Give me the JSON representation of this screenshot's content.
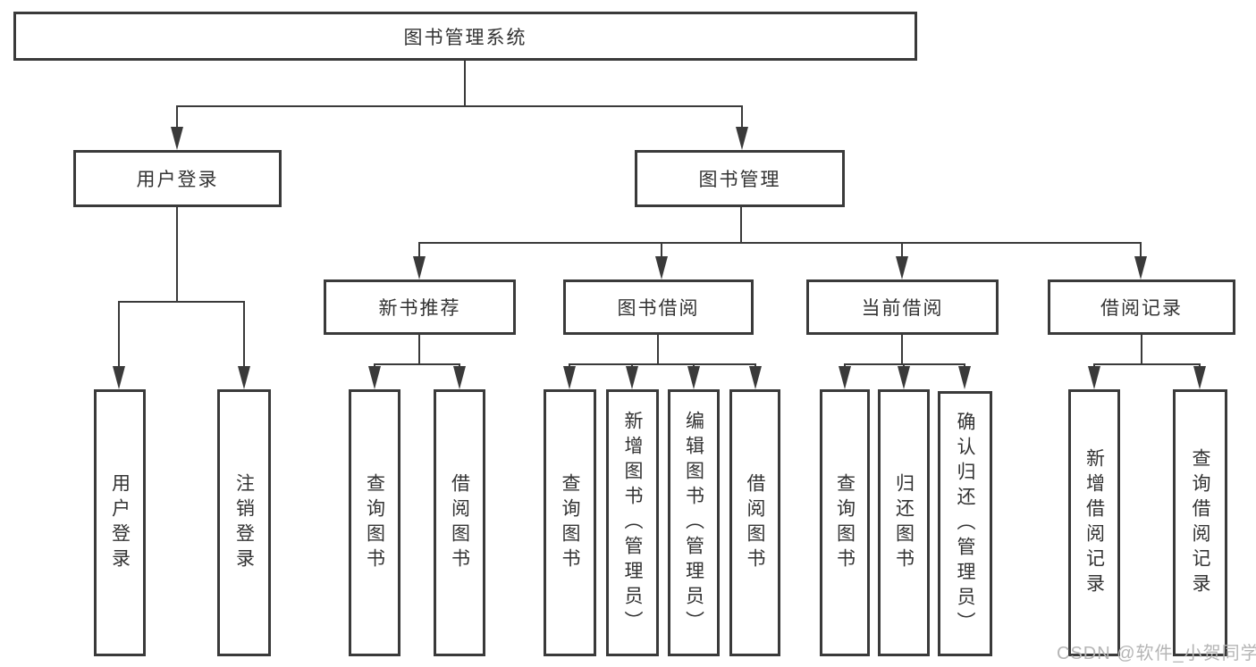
{
  "tree": {
    "label": "图书管理系统",
    "children": [
      {
        "label": "用户登录",
        "children": [
          {
            "label": "用户登录"
          },
          {
            "label": "注销登录"
          }
        ]
      },
      {
        "label": "图书管理",
        "children": [
          {
            "label": "新书推荐",
            "children": [
              {
                "label": "查询图书"
              },
              {
                "label": "借阅图书"
              }
            ]
          },
          {
            "label": "图书借阅",
            "children": [
              {
                "label": "查询图书"
              },
              {
                "label": "新增图书（管理员）"
              },
              {
                "label": "编辑图书（管理员）"
              },
              {
                "label": "借阅图书"
              }
            ]
          },
          {
            "label": "当前借阅",
            "children": [
              {
                "label": "查询图书"
              },
              {
                "label": "归还图书"
              },
              {
                "label": "确认归还（管理员）"
              }
            ]
          },
          {
            "label": "借阅记录",
            "children": [
              {
                "label": "新增借阅记录"
              },
              {
                "label": "查询借阅记录"
              }
            ]
          }
        ]
      }
    ]
  },
  "watermark": "CSDN @软件_小贺同学",
  "colors": {
    "line": "#3a3a3a",
    "text": "#333333",
    "watermark": "#b5b5b5",
    "background": "#ffffff"
  }
}
